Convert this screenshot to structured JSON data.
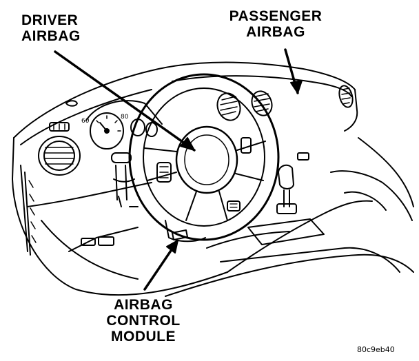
{
  "labels": {
    "driver_airbag": [
      "DRIVER",
      "AIRBAG"
    ],
    "passenger_airbag": [
      "PASSENGER",
      "AIRBAG"
    ],
    "airbag_control_module": [
      "AIRBAG",
      "CONTROL",
      "MODULE"
    ]
  },
  "figure_code": "80c9eb40",
  "dial_ticks": [
    "60",
    "80"
  ]
}
